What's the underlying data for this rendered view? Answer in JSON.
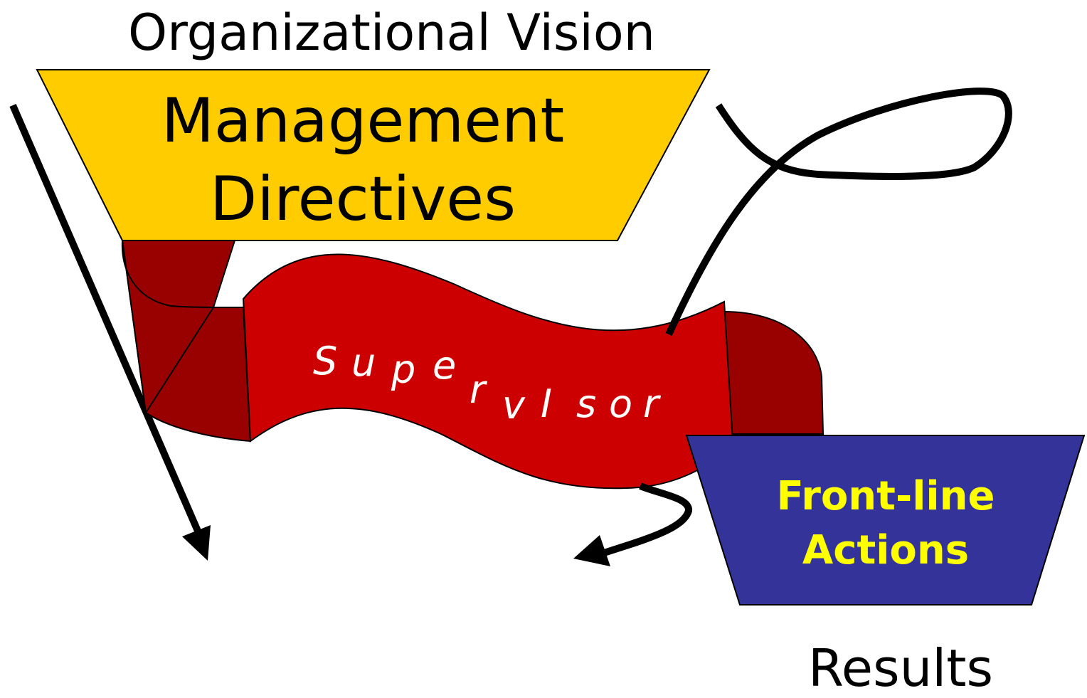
{
  "diagram": {
    "vision_label": "Organizational Vision",
    "management": {
      "line1": "Management",
      "line2": "Directives",
      "color": "#ffcc00"
    },
    "supervisor": {
      "letters": [
        "S",
        "u",
        "p",
        "e",
        "r",
        "v",
        "I",
        "s",
        "o",
        "r"
      ],
      "banner_color": "#cc0000",
      "banner_shadow_color": "#990000"
    },
    "frontline": {
      "line1": "Front-line",
      "line2": "Actions",
      "box_color": "#333399",
      "text_color": "#ffff00"
    },
    "results_label": "Results"
  }
}
